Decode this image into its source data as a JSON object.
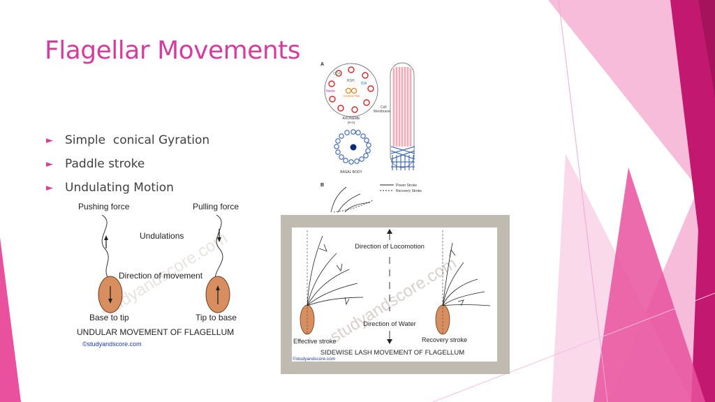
{
  "slide": {
    "title": "Flagellar Movements",
    "bullets": [
      "Simple  conical Gyration",
      "Paddle stroke",
      "Undulating Motion"
    ],
    "accent_color": "#d63c9e",
    "decor_colors": [
      "#e9519f",
      "#c2186f",
      "#f6b5d7"
    ]
  },
  "structure_figure": {
    "panel_a": "A",
    "panel_b": "B",
    "labels": {
      "oda": "ODA",
      "rsh": "RSH",
      "ida": "IDA",
      "nexin": "Nexin",
      "central_pair": "Central Pair",
      "cell_membrane_1": "Cell",
      "cell_membrane_2": "Membrane",
      "axoneme": "AXONEME",
      "axoneme_formula": "(9+2)",
      "basal_body": "BASAL BODY"
    },
    "legend": {
      "power": "Power Stroke",
      "recovery": "Recovery Stroke"
    }
  },
  "sidewise_figure": {
    "locomotion": "Direction of Locomotion",
    "water": "Direction of Water",
    "effective": "Effective stroke",
    "recovery": "Recovery stroke",
    "caption": "SIDEWISE LASH MOVEMENT OF FLAGELLUM",
    "credit": "©studyandscore.com",
    "watermark": "studyandscore.com"
  },
  "undular_figure": {
    "pushing": "Pushing force",
    "pulling": "Pulling force",
    "undulations": "Undulations",
    "direction": "Direction of movement",
    "base_to_tip": "Base to tip",
    "tip_to_base": "Tip to base",
    "caption": "UNDULAR MOVEMENT OF FLAGELLUM",
    "credit": "©studyandscore.com",
    "watermark": "studyandscore.com"
  }
}
